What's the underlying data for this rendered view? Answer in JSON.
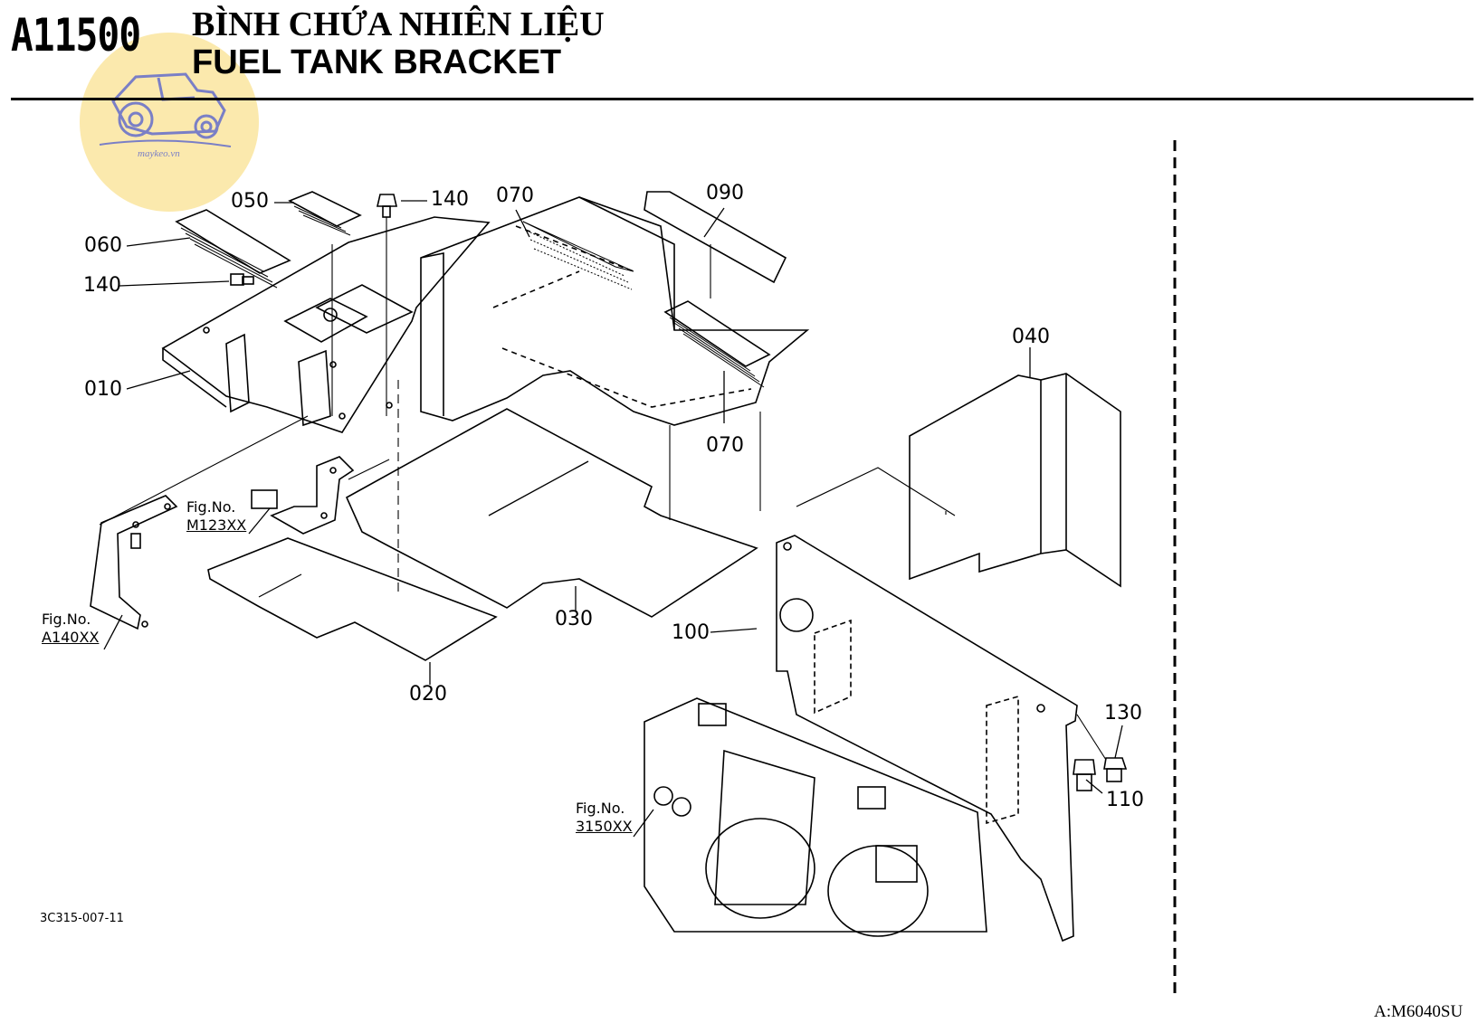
{
  "header": {
    "code": "A11500",
    "title_vi": "BÌNH CHỨA NHIÊN LIỆU",
    "title_en": "FUEL TANK BRACKET"
  },
  "watermark": {
    "text": "maykeo.vn",
    "color": "#fbe7a4"
  },
  "parts": [
    {
      "id": "lbl-050",
      "text": "050"
    },
    {
      "id": "lbl-140a",
      "text": "140"
    },
    {
      "id": "lbl-070a",
      "text": "070"
    },
    {
      "id": "lbl-090",
      "text": "090"
    },
    {
      "id": "lbl-060",
      "text": "060"
    },
    {
      "id": "lbl-140b",
      "text": "140"
    },
    {
      "id": "lbl-040",
      "text": "040"
    },
    {
      "id": "lbl-010",
      "text": "010"
    },
    {
      "id": "lbl-070b",
      "text": "070"
    },
    {
      "id": "lbl-030",
      "text": "030"
    },
    {
      "id": "lbl-100",
      "text": "100"
    },
    {
      "id": "lbl-020",
      "text": "020"
    },
    {
      "id": "lbl-130",
      "text": "130"
    },
    {
      "id": "lbl-110",
      "text": "110"
    }
  ],
  "figure_refs": [
    {
      "label": "Fig.No.",
      "ref": "M123XX"
    },
    {
      "label": "Fig.No.",
      "ref": "A140XX"
    },
    {
      "label": "Fig.No.",
      "ref": "3150XX"
    }
  ],
  "footer": {
    "drawing_no": "3C315-007-11",
    "model": "A:M6040SU"
  }
}
